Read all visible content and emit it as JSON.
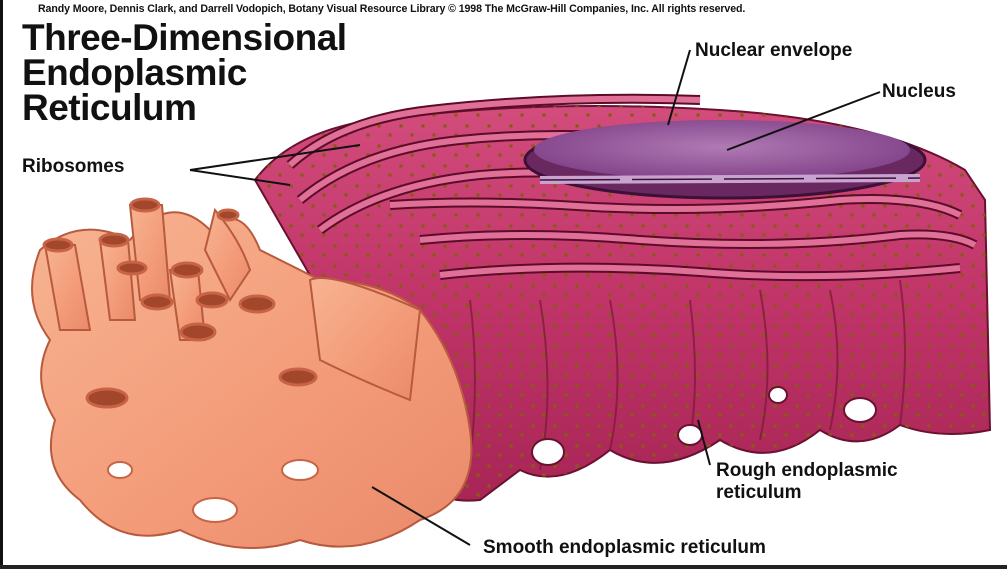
{
  "credit": "Randy Moore, Dennis Clark, and Darrell Vodopich, Botany Visual Resource Library © 1998 The McGraw-Hill Companies, Inc. All rights reserved.",
  "title": {
    "line1": "Three-Dimensional",
    "line2": "Endoplasmic",
    "line3": "Reticulum"
  },
  "labels": {
    "nuclear_envelope": "Nuclear envelope",
    "nucleus": "Nucleus",
    "ribosomes": "Ribosomes",
    "rough_er_line1": "Rough endoplasmic",
    "rough_er_line2": "reticulum",
    "smooth_er": "Smooth endoplasmic reticulum"
  },
  "colors": {
    "rough_er": "#c23a6a",
    "rough_er_dark": "#7a1838",
    "smooth_er": "#f4a07e",
    "smooth_er_dark": "#c86446",
    "nucleus": "#9a5a9e",
    "ribosome": "#8a5a14"
  }
}
